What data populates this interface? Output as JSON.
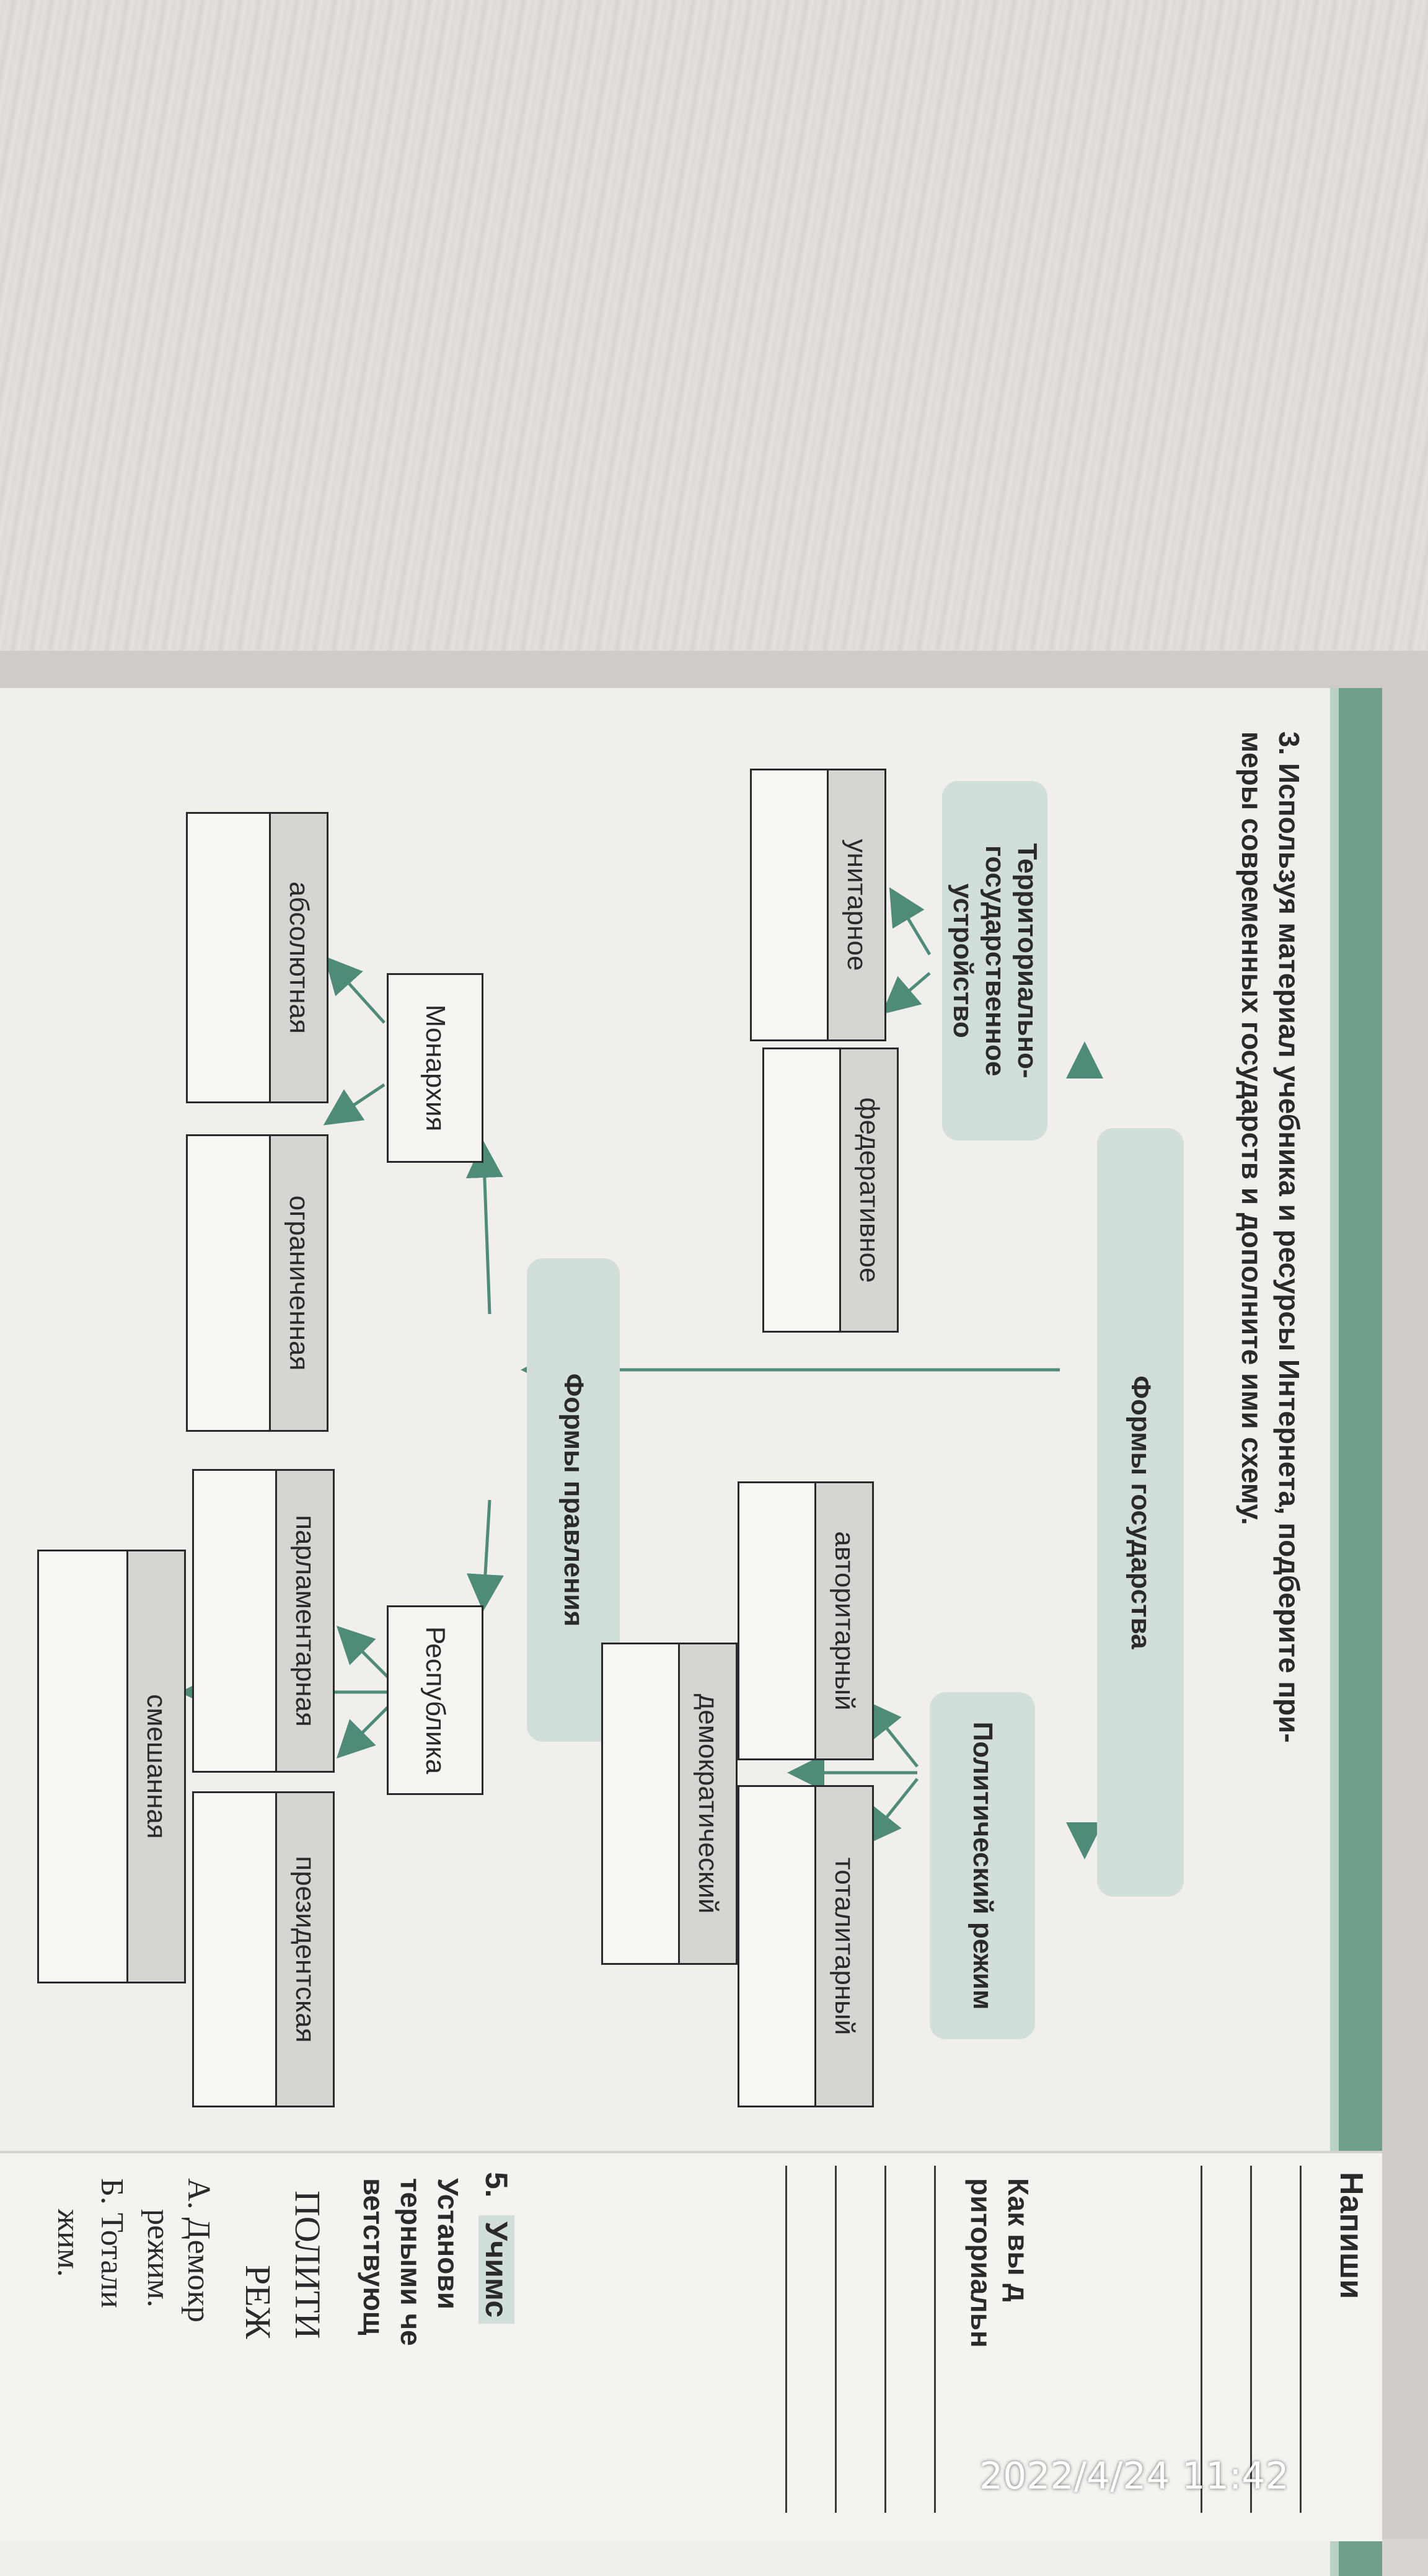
{
  "task": {
    "line1": "3. Используя материал учебника и ресурсы Интернета, подберите при-",
    "line2": "меры современных государств и дополните ими схему."
  },
  "diagram": {
    "root": "Формы государства",
    "territorial": "Территориально-государственное устройство",
    "political": "Политический режим",
    "government": "Формы правления",
    "unitary": "унитарное",
    "federal": "федеративное",
    "authoritarian": "авторитарный",
    "totalitarian": "тоталитарный",
    "democratic": "демократический",
    "monarchy": "Монархия",
    "republic": "Республика",
    "absolute": "абсолютная",
    "limited": "ограниченная",
    "parliamentary": "парламентарная",
    "presidential": "президентская",
    "mixed": "смешанная"
  },
  "right_column": {
    "heading": "Напиши",
    "q_line1": "Как вы д",
    "q_line2": "риториальн",
    "task5_label": "5.",
    "task5_text": "Учимс",
    "instr1": "Установи",
    "instr2": "терными че",
    "instr3": "ветствующ",
    "title1": "ПОЛИТИ",
    "title2": "РЕЖ",
    "opt_a": "А. Демокр",
    "opt_a2": "режим.",
    "opt_b": "Б. Тотали",
    "opt_b2": "жим."
  },
  "timestamp": "2022/4/24 11:42",
  "colors": {
    "band": "#6f9f8a",
    "node": "#d2ded8",
    "arrow": "#4e8b78"
  }
}
